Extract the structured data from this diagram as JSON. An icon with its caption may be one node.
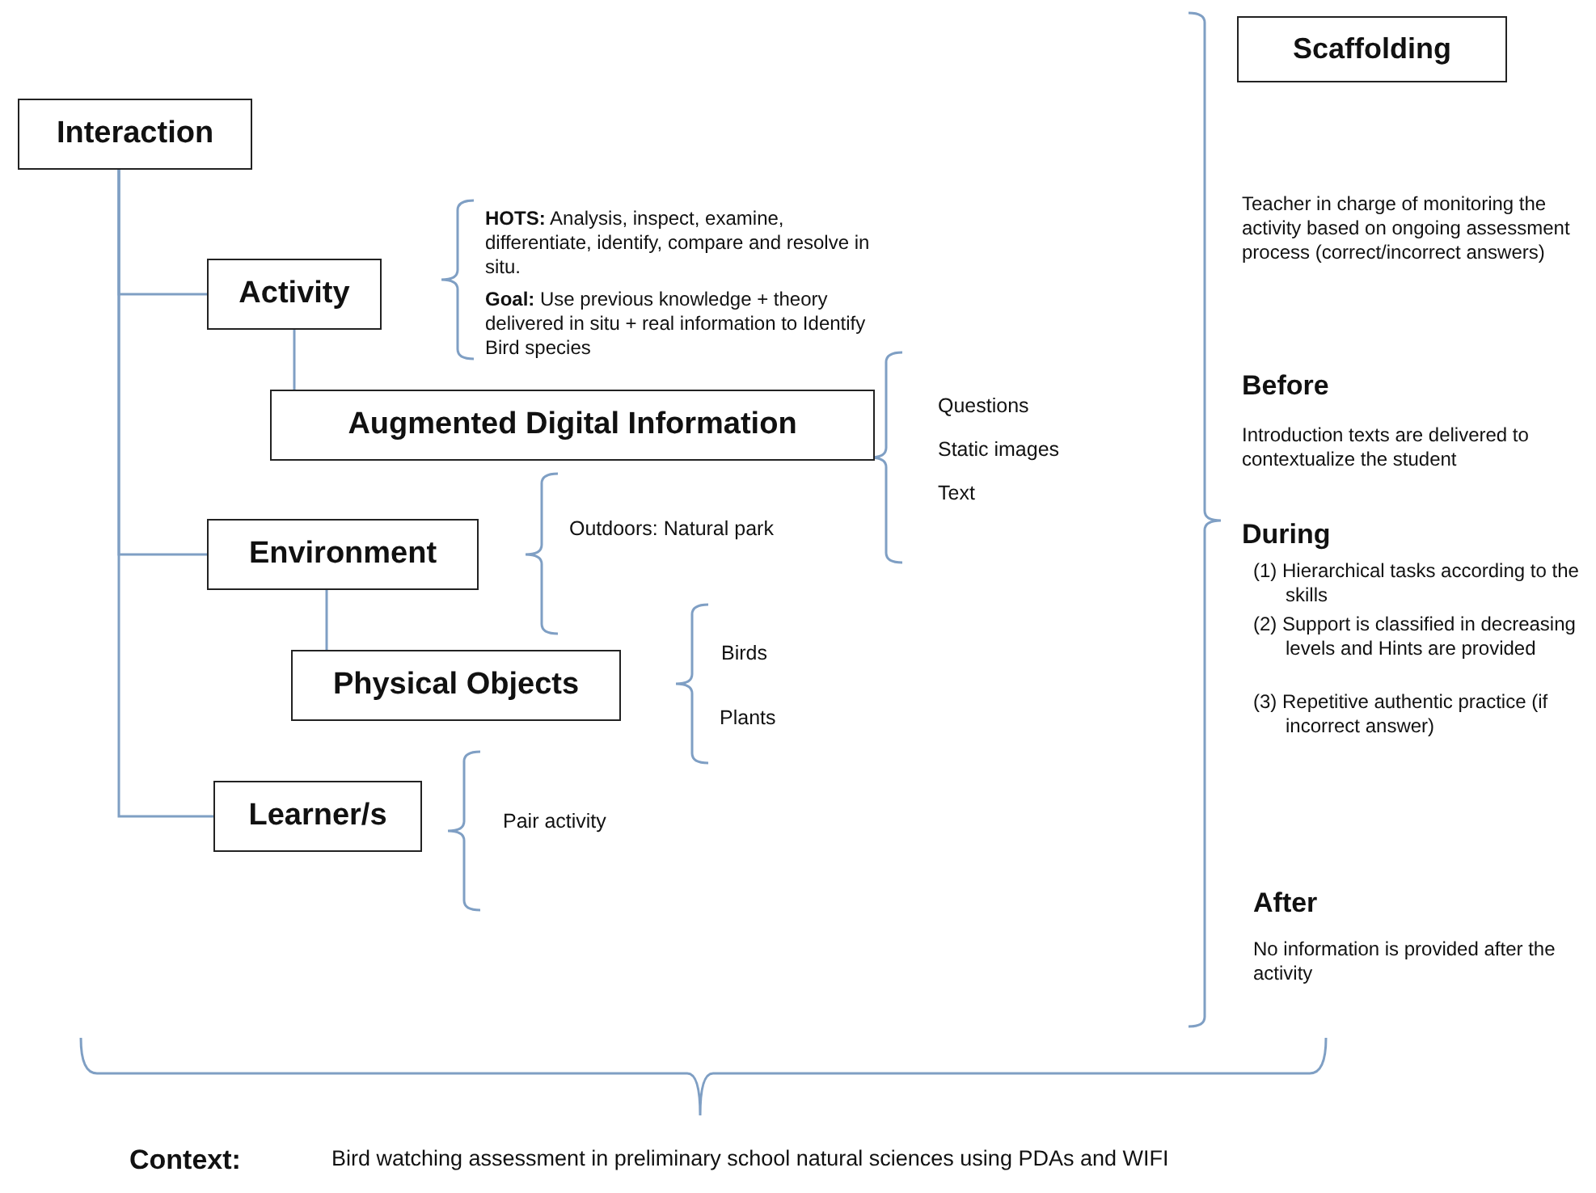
{
  "diagram": {
    "nodes": [
      {
        "text": [
          "Interaction"
        ]
      },
      {
        "text": [
          "Activity"
        ]
      },
      {
        "text": [
          "Augmented Digital Information"
        ]
      },
      {
        "text": [
          "Environment"
        ]
      },
      {
        "text": [
          "Physical Objects"
        ]
      },
      {
        "text": [
          "Learner/s"
        ]
      },
      {
        "text": [
          "Scaffolding"
        ]
      }
    ],
    "edges": [
      {
        "from": 0,
        "to": 1,
        "arrow": "none"
      },
      {
        "from": 1,
        "to": 2,
        "arrow": "none"
      },
      {
        "from": 0,
        "to": 3,
        "arrow": "none"
      },
      {
        "from": 3,
        "to": 4,
        "arrow": "none"
      },
      {
        "from": 0,
        "to": 5,
        "arrow": "none"
      }
    ],
    "labels": [
      "**HOTS:** Analysis, inspect, examine, differentiate, identify, compare and resolve in situ.",
      "**Goal:** Use previous knowledge + theory delivered in situ + real information to Identify Bird species",
      "Questions",
      "Static images",
      "Text",
      "Outdoors: Natural park",
      "Birds",
      "Plants",
      "Pair activity",
      "Teacher in charge of monitoring the activity based on ongoing assessment process (correct/incorrect answers)",
      "Before",
      "Introduction texts are delivered to contextualize the student",
      "During",
      "(1) Hierarchical tasks according to the skills",
      "(2) Support is classified in decreasing levels and Hints are provided",
      "(3) Repetitive authentic practice (if incorrect answer)",
      "After",
      "No information is provided after the activity",
      "Context:",
      "Bird watching assessment in preliminary school natural sciences using PDAs and WIFI"
    ]
  }
}
